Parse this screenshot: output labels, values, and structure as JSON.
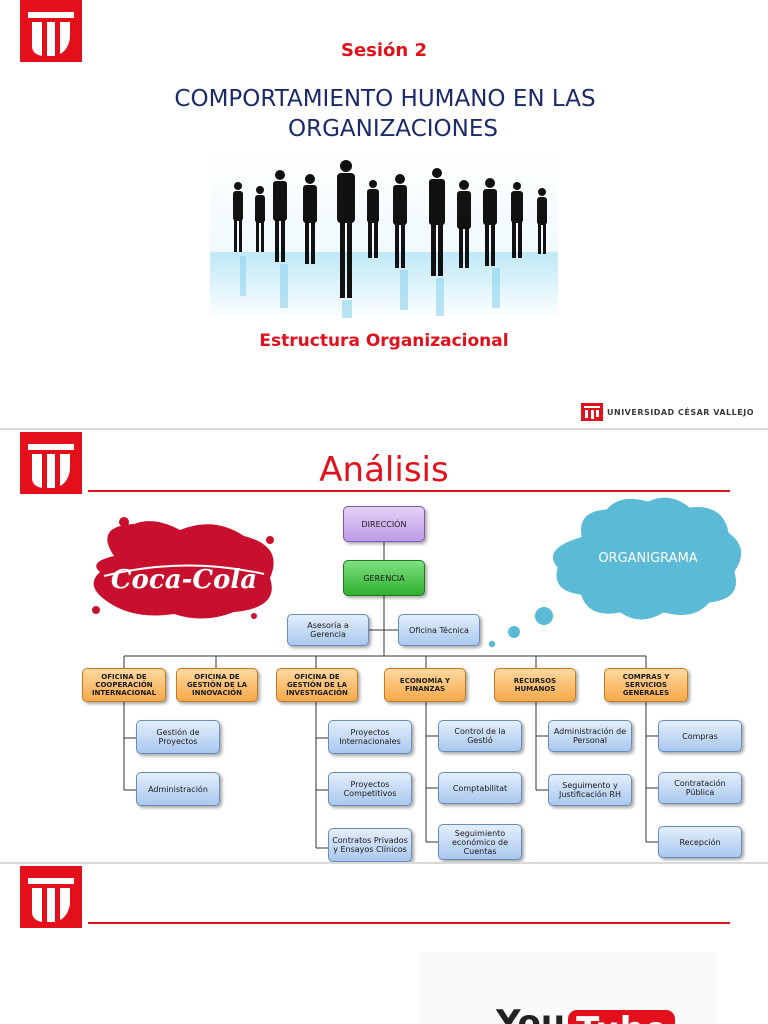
{
  "slide1": {
    "session": "Sesión 2",
    "title_line1": "COMPORTAMIENTO HUMANO EN LAS",
    "title_line2": "ORGANIZACIONES",
    "subtitle": "Estructura Organizacional",
    "university": "UNIVERSIDAD CÉSAR VALLEJO"
  },
  "slide2": {
    "title": "Análisis",
    "logo_text": "Coca-Cola",
    "cloud_label": "ORGANIGRAMA",
    "org": {
      "direccion": "DIRECCIÓN",
      "gerencia": "GERENCIA",
      "asesoria": "Asesoría a Gerencia",
      "oficina_tecnica": "Oficina Técnica",
      "departments": [
        {
          "label": "OFICINA DE COOPERACIÓN INTERNACIONAL",
          "children": [
            "Gestión de Proyectos",
            "Administración"
          ]
        },
        {
          "label": "OFICINA DE GESTIÓN DE LA INNOVACIÓN",
          "children": []
        },
        {
          "label": "OFICINA DE GESTIÓN DE LA INVESTIGACIÓN",
          "children": [
            "Proyectos Internacionales",
            "Proyectos Competitivos",
            "Contratos Privados y Ensayos Clínicos"
          ]
        },
        {
          "label": "ECONOMÍA Y FINANZAS",
          "children": [
            "Control de la Gestió",
            "Comptabilitat",
            "Seguimiento económico de Cuentas"
          ]
        },
        {
          "label": "RECURSOS HUMANOS",
          "children": [
            "Administración de Personal",
            "Seguimento y Justificación RH"
          ]
        },
        {
          "label": "COMPRAS Y SERVICIOS GENERALES",
          "children": [
            "Compras",
            "Contratación Pública",
            "Recepción"
          ]
        }
      ]
    }
  },
  "slide3": {
    "youtube_you": "You",
    "youtube_tube": "Tube"
  },
  "colors": {
    "brand_red": "#e3101c",
    "title_navy": "#1b2a6b",
    "cloud_blue": "#5bbad5"
  }
}
